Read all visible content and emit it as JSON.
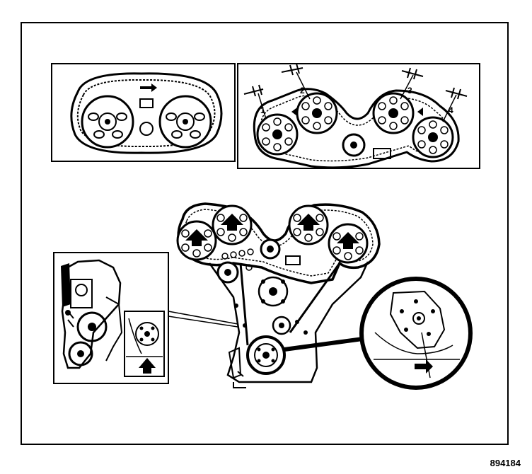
{
  "figure": {
    "reference_code": "894184",
    "ink_color": "#000000",
    "paper_color": "#ffffff"
  },
  "timing_marks": {
    "numbers": [
      "1",
      "2",
      "3",
      "4"
    ]
  }
}
